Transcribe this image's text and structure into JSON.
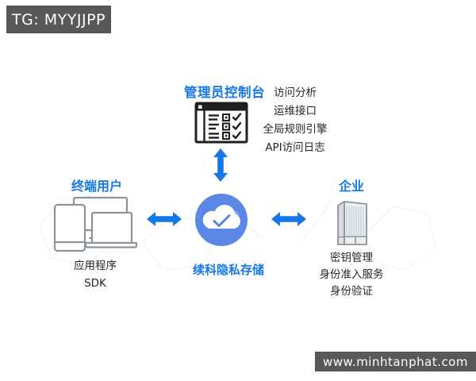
{
  "colors": {
    "accent_blue": "#1677e8",
    "cloud_blue": "#5b87e6",
    "banner_gray": "#58585a"
  },
  "watermark_top": {
    "label": "TG: MYYJJPP"
  },
  "watermark_bottom": {
    "label": "www.minhtanphat.com"
  },
  "admin": {
    "title": "管理员控制台",
    "icon": "console-checklist-icon",
    "features": [
      "访问分析",
      "运维接口",
      "全局规则引擎",
      "API访问日志"
    ]
  },
  "users": {
    "title": "终端用户",
    "icon": "devices-icon",
    "items": [
      "应用程序",
      "SDK"
    ]
  },
  "cloud": {
    "label": "续科隐私存储",
    "icon": "cloud-check-icon"
  },
  "enterprise": {
    "title": "企业",
    "icon": "building-icon",
    "items": [
      "密钥管理",
      "身份准入服务",
      "身份验证"
    ]
  }
}
